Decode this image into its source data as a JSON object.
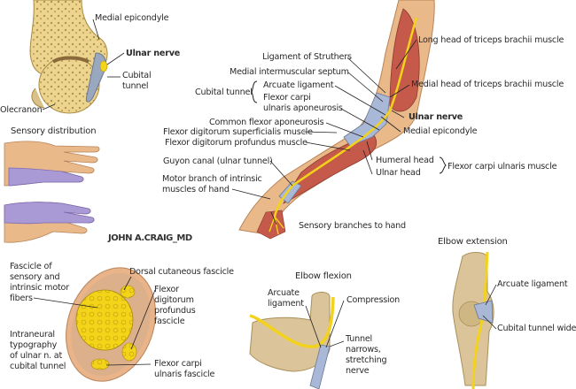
{
  "figure": {
    "signature": "JOHN A.CRAIG_MD",
    "panels": {
      "elbow_cross_section": {
        "labels": {
          "medial_epicondyle": "Medial epicondyle",
          "ulnar_nerve": "Ulnar nerve",
          "cubital_tunnel_1": "Cubital",
          "cubital_tunnel_2": "tunnel",
          "olecranon": "Olecranon"
        }
      },
      "sensory": {
        "title": "Sensory distribution"
      },
      "arm": {
        "labels": {
          "ligament_struthers": "Ligament of Struthers",
          "medial_intermuscular_septum": "Medial intermuscular septum",
          "cubital_tunnel": "Cubital tunnel",
          "arcuate_ligament": "Arcuate ligament",
          "fcu_aponeurosis_1": "Flexor carpi",
          "fcu_aponeurosis_2": "ulnaris aponeurosis",
          "common_flexor_aponeurosis": "Common flexor aponeurosis",
          "fds_muscle": "Flexor digitorum superficialis muscle",
          "fdp_muscle": "Flexor digitorum profundus muscle",
          "guyon_canal": "Guyon canal (ulnar tunnel)",
          "motor_branch_1": "Motor branch of intrinsic",
          "motor_branch_2": "muscles of hand",
          "sensory_branches": "Sensory branches to hand",
          "long_head_triceps": "Long head of triceps brachii muscle",
          "medial_head_triceps": "Medial head of triceps brachii muscle",
          "ulnar_nerve": "Ulnar nerve",
          "medial_epicondyle": "Medial epicondyle",
          "humeral_head": "Humeral head",
          "ulnar_head": "Ulnar head",
          "fcu_muscle": "Flexor carpi ulnaris muscle"
        }
      },
      "fascicles": {
        "labels": {
          "fascicle_sensory_1": "Fascicle of",
          "fascicle_sensory_2": "sensory and",
          "fascicle_sensory_3": "intrinsic motor",
          "fascicle_sensory_4": "fibers",
          "intraneural_1": "Intraneural",
          "intraneural_2": "typography",
          "intraneural_3": "of ulnar n. at",
          "intraneural_4": "cubital tunnel",
          "dorsal_cutaneous": "Dorsal cutaneous fascicle",
          "fdp_fascicle_1": "Flexor",
          "fdp_fascicle_2": "digitorum",
          "fdp_fascicle_3": "profundus",
          "fdp_fascicle_4": "fascicle",
          "fcu_fascicle_1": "Flexor carpi",
          "fcu_fascicle_2": "ulnaris fascicle"
        }
      },
      "elbow_flexion": {
        "title": "Elbow flexion",
        "labels": {
          "arcuate_1": "Arcuate",
          "arcuate_2": "ligament",
          "compression": "Compression",
          "tunnel_1": "Tunnel",
          "tunnel_2": "narrows,",
          "tunnel_3": "stretching",
          "tunnel_4": "nerve"
        }
      },
      "elbow_extension": {
        "title": "Elbow extension",
        "labels": {
          "arcuate": "Arcuate ligament",
          "cubital_wide": "Cubital tunnel wide"
        }
      }
    },
    "colors": {
      "bone": "#e8d08a",
      "bone_dark": "#b8944a",
      "nerve": "#f2d21a",
      "muscle": "#c65a4a",
      "skin": "#eab98a",
      "ligament": "#a9b8d6",
      "sensory_zone": "#a99ad6"
    }
  }
}
